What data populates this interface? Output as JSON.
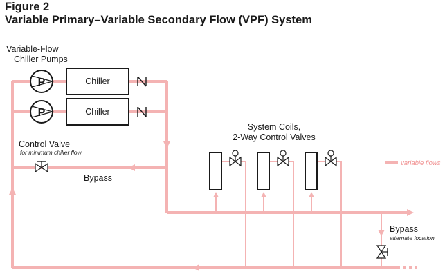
{
  "figure": {
    "label": "Figure 2",
    "title": "Variable Primary–Variable Secondary Flow (VPF) System"
  },
  "labels": {
    "pumps_line1": "Variable-Flow",
    "pumps_line2": "Chiller Pumps",
    "chiller": "Chiller",
    "pump_symbol": "P",
    "control_valve": "Control Valve",
    "control_valve_note": "for minimum chiller flow",
    "bypass": "Bypass",
    "coils_line1": "System Coils,",
    "coils_line2": "2-Way Control Valves",
    "bypass_alt": "Bypass",
    "bypass_alt_note": "alternate location",
    "legend": "variable flows"
  },
  "colors": {
    "pipe": "#f4b3b3",
    "line": "#1a1a1a",
    "legend_text": "#f08f8f"
  }
}
